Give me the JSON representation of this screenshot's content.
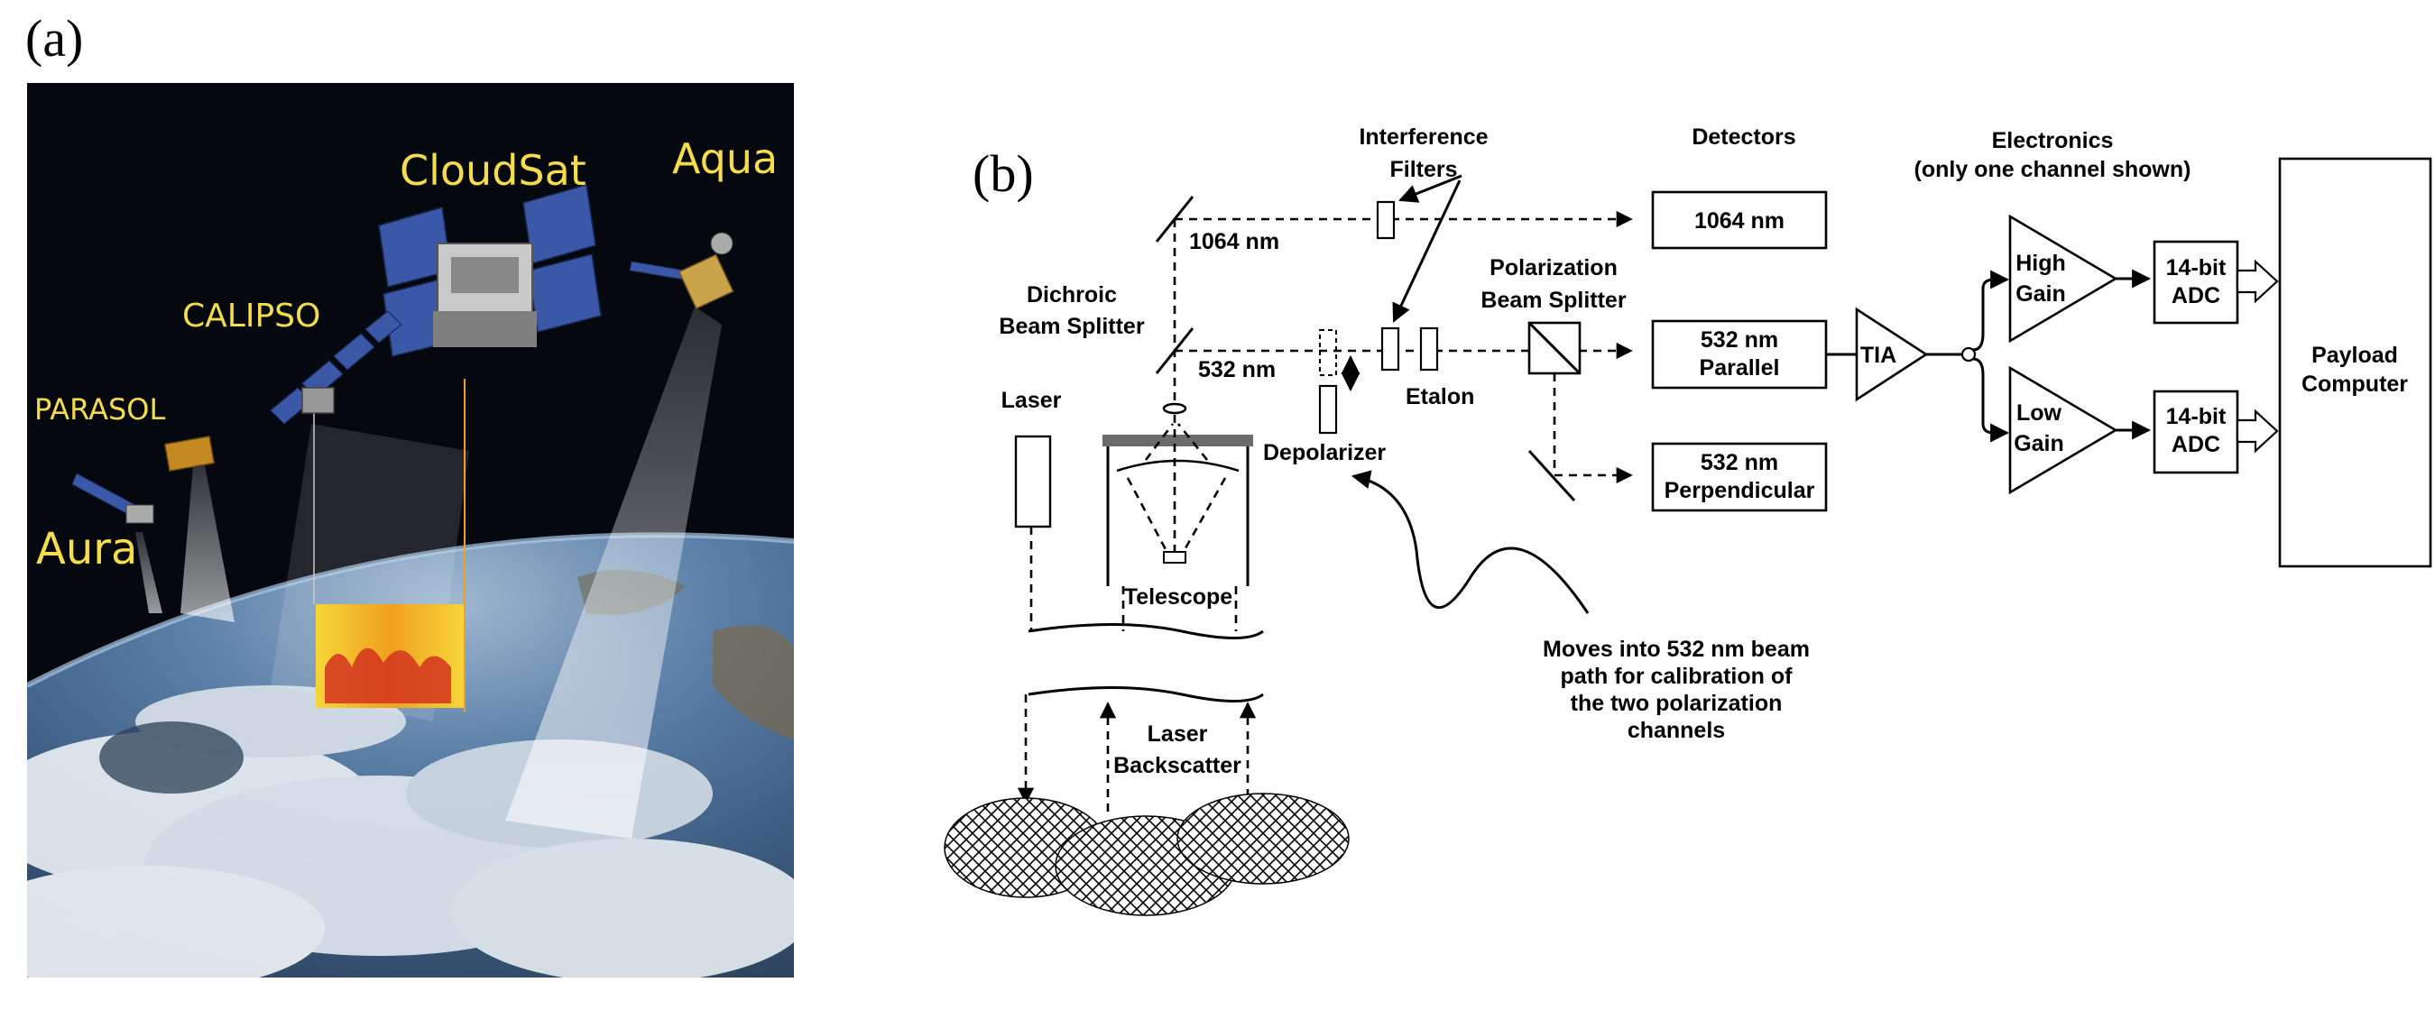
{
  "panel_a": {
    "label": "(a)",
    "satellites": {
      "aqua": "Aqua",
      "cloudsat": "CloudSat",
      "calipso": "CALIPSO",
      "parasol": "PARASOL",
      "aura": "Aura"
    },
    "colors": {
      "space": "#05080f",
      "label": "#f5dc4a",
      "earth": "#5b7fa8",
      "cloud": "#e8edf2",
      "curtain": "#f2c21a"
    }
  },
  "panel_b": {
    "label": "(b)",
    "optics": {
      "interference_filters_1": "Interference",
      "interference_filters_2": "Filters",
      "detectors_header": "Detectors",
      "electronics_header": "Electronics",
      "electronics_note": "(only one channel shown)",
      "wl_1064": "1064 nm",
      "wl_532": "532 nm",
      "dichroic_1": "Dichroic",
      "dichroic_2": "Beam Splitter",
      "polarization_1": "Polarization",
      "polarization_2": "Beam Splitter",
      "etalon": "Etalon",
      "laser": "Laser",
      "depolarizer": "Depolarizer",
      "telescope": "Telescope",
      "backscatter_1": "Laser",
      "backscatter_2": "Backscatter",
      "note_1": "Moves into 532 nm beam",
      "note_2": "path for calibration of",
      "note_3": "the two polarization",
      "note_4": "channels"
    },
    "detectors": {
      "d1064": "1064 nm",
      "d532par_1": "532 nm",
      "d532par_2": "Parallel",
      "d532perp_1": "532 nm",
      "d532perp_2": "Perpendicular"
    },
    "electronics": {
      "tia": "TIA",
      "high_gain_1": "High",
      "high_gain_2": "Gain",
      "low_gain_1": "Low",
      "low_gain_2": "Gain",
      "adc_high_1": "14-bit",
      "adc_high_2": "ADC",
      "adc_low_1": "14-bit",
      "adc_low_2": "ADC",
      "payload_1": "Payload",
      "payload_2": "Computer"
    }
  }
}
